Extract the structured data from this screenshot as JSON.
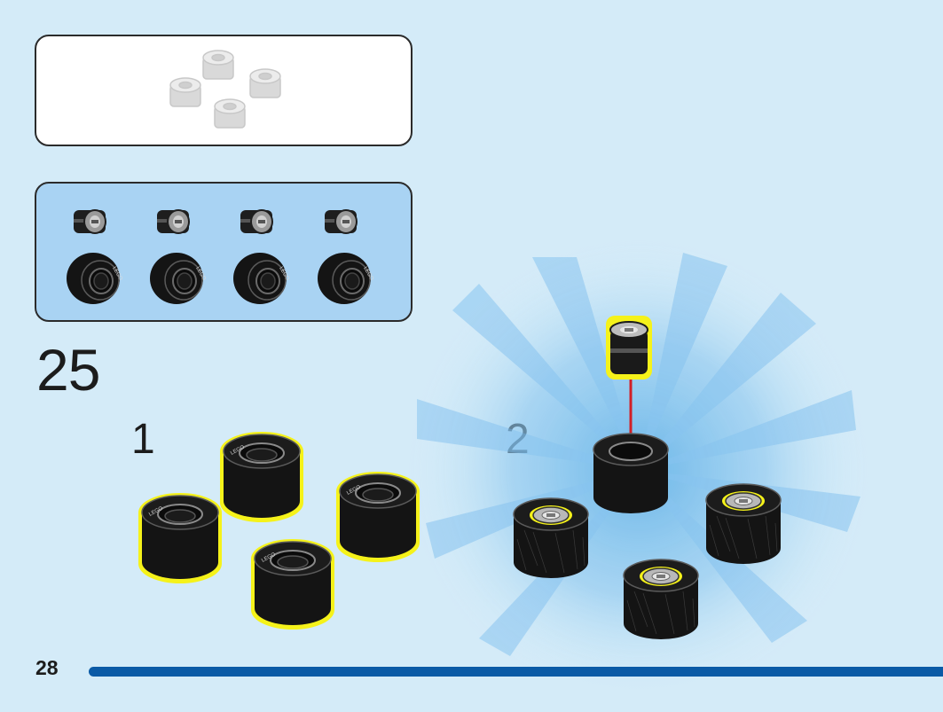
{
  "instruction": {
    "step_number": "25",
    "sub_steps": [
      "1",
      "2"
    ],
    "page_number": "28"
  },
  "colors": {
    "background": "#d4ebf8",
    "parts_panel": "#a9d3f3",
    "highlight": "#f5f21a",
    "arrow": "#d21f26",
    "page_bar": "#0a5aa6"
  },
  "icons": {
    "previous_assembly": "wheel-hubs-icon",
    "parts": [
      "hub-icon",
      "tire-icon"
    ],
    "arrow": "insert-arrow-icon"
  }
}
